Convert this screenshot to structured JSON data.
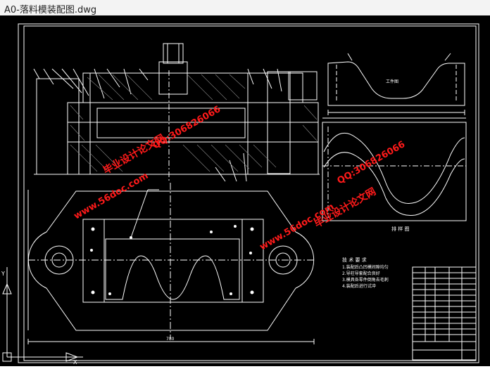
{
  "window": {
    "title": "A0-落料模装配图.dwg"
  },
  "drawing": {
    "background": "#000000",
    "line_color": "#ffffff",
    "accent_cyan": "#00e5ff",
    "accent_yellow": "#ffe600",
    "part_label": "工件图",
    "layout_label": "排 样 图",
    "tech_title": "技 术 要 求",
    "tech_notes": [
      "1.装配后凸凹模间隙均匀",
      "2.导柱导套配合良好",
      "3.模具各零件倒角去毛刺",
      "4.装配后进行试冲"
    ],
    "dim_bottom": "780"
  },
  "watermarks": {
    "color": "#ff1a1a",
    "site": "www.56doc.com",
    "qq": "QQ:306826066",
    "brand": "毕业设计论文网"
  },
  "ucs": {
    "x_label": "X",
    "y_label": "Y"
  }
}
